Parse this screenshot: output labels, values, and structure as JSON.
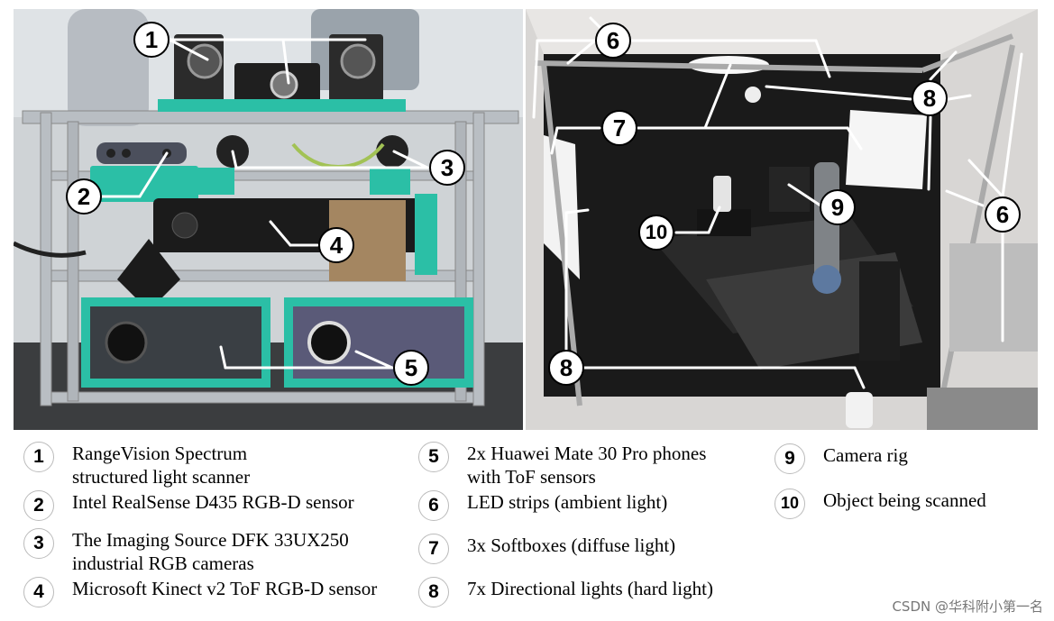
{
  "callouts": {
    "c1": "1",
    "c2": "2",
    "c3": "3",
    "c4": "4",
    "c5": "5",
    "c6a": "6",
    "c6b": "6",
    "c7": "7",
    "c8a": "8",
    "c8b": "8",
    "c9": "9",
    "c10": "10"
  },
  "legend": [
    {
      "num": "1",
      "text": "RangeVision Spectrum\nstructured light scanner"
    },
    {
      "num": "2",
      "text": "Intel RealSense D435 RGB-D sensor"
    },
    {
      "num": "3",
      "text": "The Imaging Source DFK 33UX250\nindustrial RGB cameras"
    },
    {
      "num": "4",
      "text": "Microsoft Kinect v2 ToF RGB-D sensor"
    },
    {
      "num": "5",
      "text": "2x Huawei Mate 30 Pro phones\nwith ToF sensors"
    },
    {
      "num": "6",
      "text": "LED strips (ambient light)"
    },
    {
      "num": "7",
      "text": "3x Softboxes (diffuse light)"
    },
    {
      "num": "8",
      "text": "7x Directional lights (hard light)"
    },
    {
      "num": "9",
      "text": "Camera rig"
    },
    {
      "num": "10",
      "text": "Object being scanned"
    }
  ],
  "watermark": "CSDN @华科附小第一名"
}
